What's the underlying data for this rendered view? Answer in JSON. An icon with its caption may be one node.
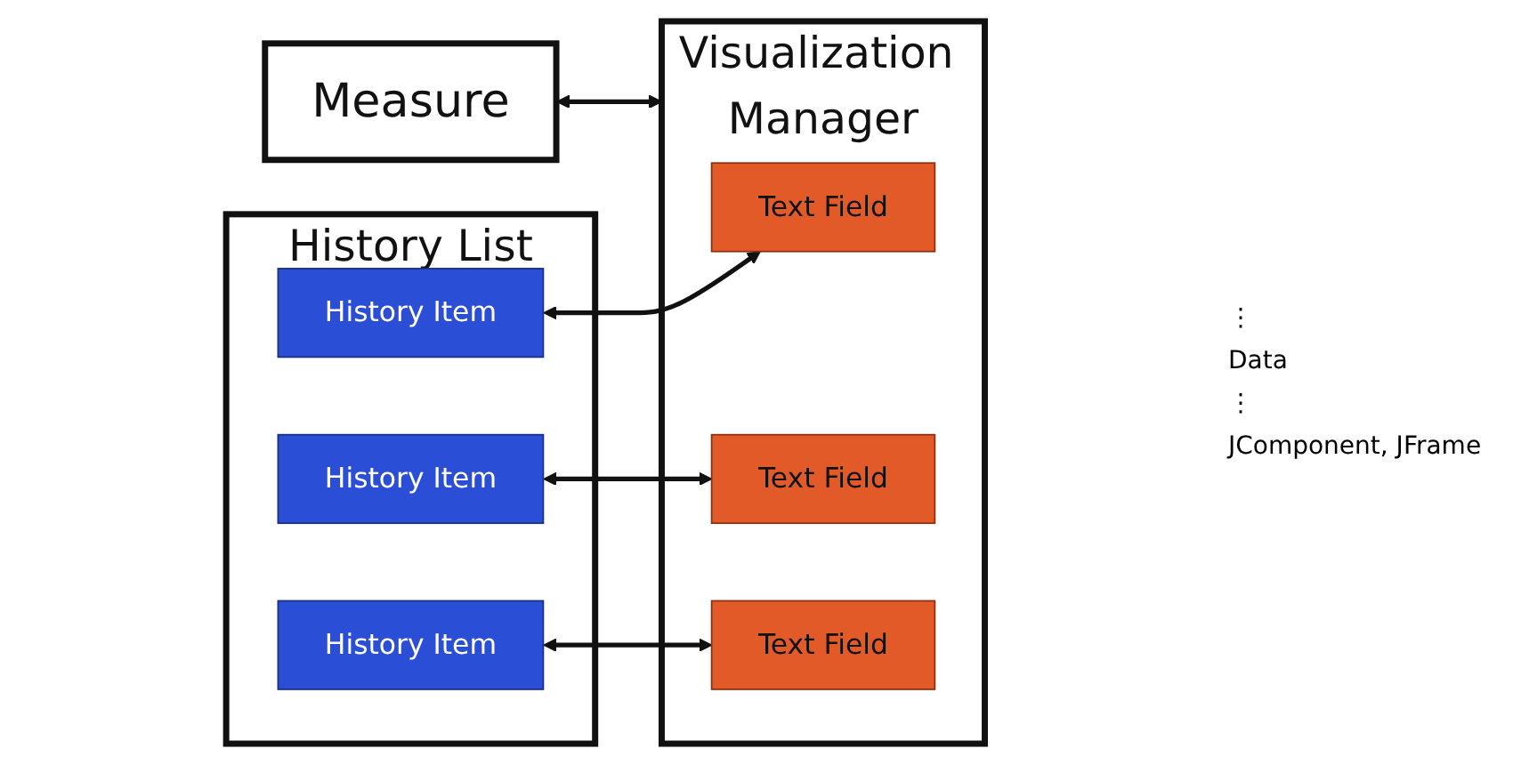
{
  "diagram": {
    "nodes": [
      {
        "text": [
          "History List"
        ]
      },
      {
        "text": [
          "History Item"
        ],
        "in": 0
      },
      {
        "text": [
          "History Item"
        ],
        "in": 0
      },
      {
        "text": [
          "History Item"
        ],
        "in": 0
      },
      {
        "text": [
          "Visualization Manager"
        ]
      },
      {
        "text": [
          "Text Field"
        ],
        "in": 4
      },
      {
        "text": [
          "Text Field"
        ],
        "in": 4
      },
      {
        "text": [
          "Text Field"
        ],
        "in": 4
      },
      {
        "text": [
          "Measure"
        ]
      }
    ],
    "edges": [
      {
        "from": 1,
        "to": 5,
        "arrow": "both"
      },
      {
        "from": 2,
        "to": 6,
        "arrow": "both"
      },
      {
        "from": 3,
        "to": 7,
        "arrow": "both"
      },
      {
        "from": 8,
        "to": 4,
        "arrow": "both"
      }
    ],
    "labels": [
      "⋮",
      "Data",
      "⋮",
      "JComponent, JFrame"
    ]
  }
}
